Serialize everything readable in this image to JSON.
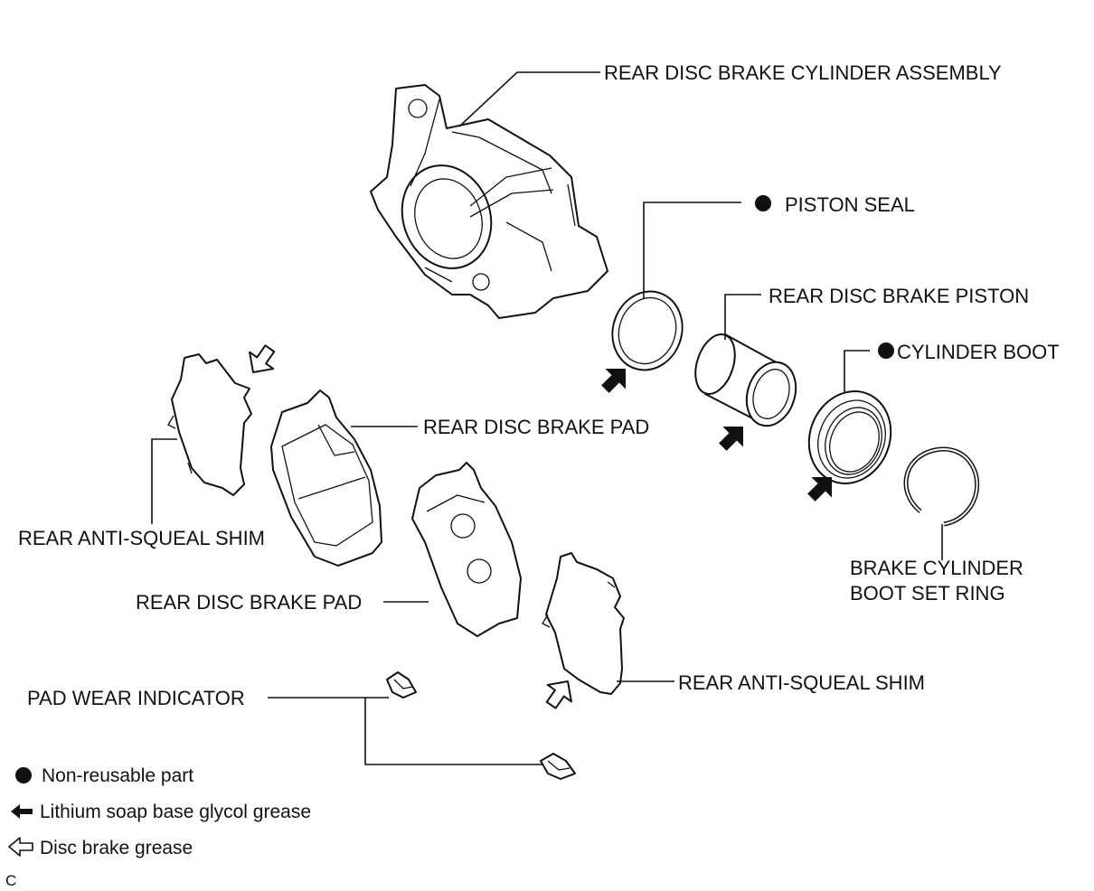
{
  "labels": {
    "caliper": "REAR DISC BRAKE CYLINDER ASSEMBLY",
    "piston_seal": "PISTON SEAL",
    "piston": "REAR DISC BRAKE PISTON",
    "cylinder_boot": "CYLINDER BOOT",
    "pad_upper": "REAR DISC BRAKE PAD",
    "pad_lower": "REAR DISC BRAKE PAD",
    "shim_left": "REAR ANTI-SQUEAL SHIM",
    "shim_right": "REAR ANTI-SQUEAL SHIM",
    "boot_ring_line1": "BRAKE CYLINDER",
    "boot_ring_line2": "BOOT SET RING",
    "wear_indicator": "PAD WEAR INDICATOR"
  },
  "legend": {
    "non_reusable": "Non-reusable part",
    "lithium_grease": "Lithium soap base glycol grease",
    "disc_grease": "Disc brake grease"
  },
  "figure_code": "C",
  "icons": [
    "non-reusable-dot-icon",
    "solid-arrow-icon",
    "hollow-arrow-icon"
  ]
}
